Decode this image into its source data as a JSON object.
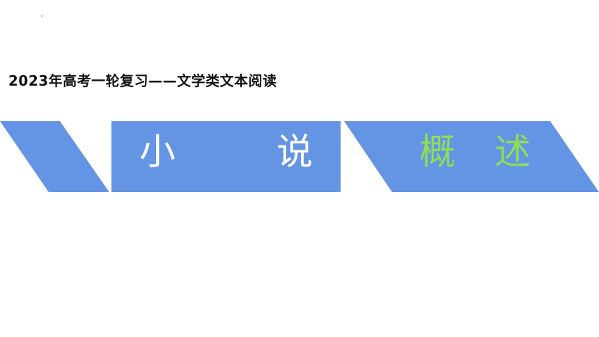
{
  "slide": {
    "subtitle": "2023年高考一轮复习——文学类文本阅读",
    "title_chars": [
      "小",
      "说",
      "概",
      "述"
    ],
    "colors": {
      "band_blue": "#6495e4",
      "accent_green": "#8fdc5a",
      "text_white": "#ffffff"
    }
  }
}
